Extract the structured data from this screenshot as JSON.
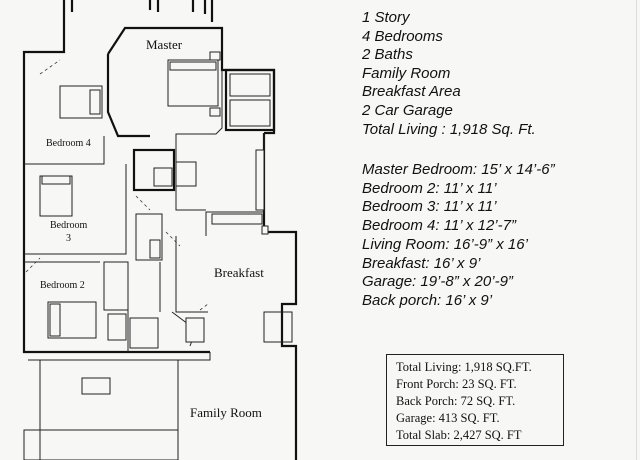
{
  "plan": {
    "rooms": {
      "master": "Master",
      "bedroom4": "Bedroom 4",
      "bedroom3_line1": "Bedroom",
      "bedroom3_line2": "3",
      "bedroom2": "Bedroom 2",
      "breakfast": "Breakfast",
      "family_room": "Family Room"
    }
  },
  "features": [
    "1 Story",
    "4 Bedrooms",
    "2 Baths",
    "Family Room",
    "Breakfast Area",
    "2 Car Garage",
    "Total Living : 1,918 Sq. Ft."
  ],
  "dimensions": [
    "Master Bedroom: 15’ x 14’-6”",
    "Bedroom 2: 11’ x 11’",
    "Bedroom 3: 11’ x 11’",
    "Bedroom 4: 11’ x 12’-7”",
    "Living Room: 16’-9” x 16’",
    "Breakfast: 16’ x 9’",
    "Garage: 19’-8” x 20’-9”",
    "Back porch: 16’ x 9’"
  ],
  "totals": [
    "Total Living: 1,918 SQ.FT.",
    "Front Porch: 23 SQ. FT.",
    "Back Porch: 72 SQ. FT.",
    "Garage: 413 SQ. FT.",
    "Total Slab: 2,427 SQ. FT"
  ]
}
